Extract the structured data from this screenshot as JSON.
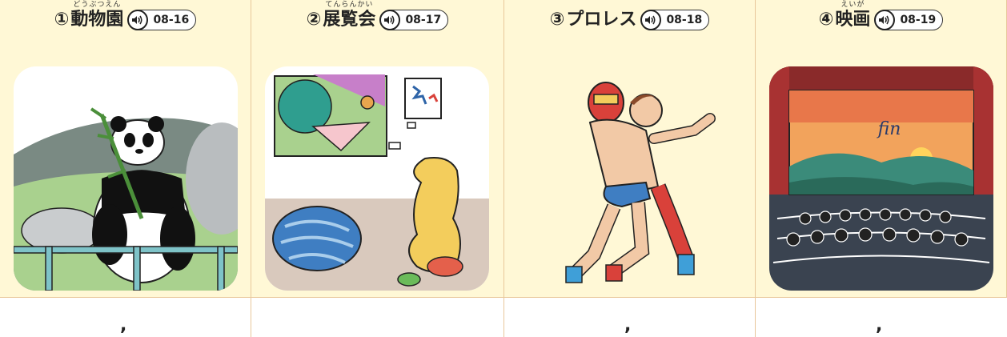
{
  "items": [
    {
      "number": "①",
      "word": "動物園",
      "ruby": "どうぶつえん",
      "track": "08-16",
      "image": "panda-at-zoo",
      "answer_mark": ","
    },
    {
      "number": "②",
      "word": "展覧会",
      "ruby": "てんらんかい",
      "track": "08-17",
      "image": "art-exhibition",
      "answer_mark": ""
    },
    {
      "number": "③",
      "word": "プロレス",
      "ruby": "",
      "track": "08-18",
      "image": "pro-wrestlers",
      "answer_mark": ","
    },
    {
      "number": "④",
      "word": "映画",
      "ruby": "えいが",
      "track": "08-19",
      "image": "movie-theater-screen",
      "answer_mark": ","
    }
  ],
  "screen_text": "fin",
  "colors": {
    "cell_bg": "#fff8d6",
    "border": "#e8c79a",
    "text": "#222222"
  }
}
